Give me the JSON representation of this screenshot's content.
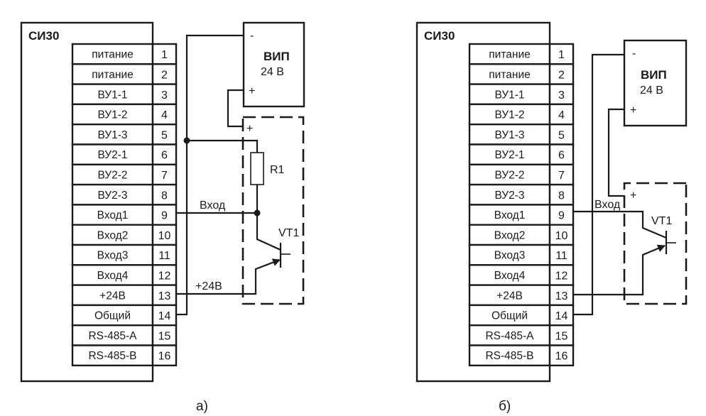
{
  "diagrams": [
    {
      "id": "a",
      "caption": "а)",
      "device_title": "СИ30",
      "terminals": [
        {
          "label": "питание",
          "num": "1"
        },
        {
          "label": "питание",
          "num": "2"
        },
        {
          "label": "ВУ1-1",
          "num": "3"
        },
        {
          "label": "ВУ1-2",
          "num": "4"
        },
        {
          "label": "ВУ1-3",
          "num": "5"
        },
        {
          "label": "ВУ2-1",
          "num": "6"
        },
        {
          "label": "ВУ2-2",
          "num": "7"
        },
        {
          "label": "ВУ2-3",
          "num": "8"
        },
        {
          "label": "Вход1",
          "num": "9"
        },
        {
          "label": "Вход2",
          "num": "10"
        },
        {
          "label": "Вход3",
          "num": "11"
        },
        {
          "label": "Вход4",
          "num": "12"
        },
        {
          "label": "+24В",
          "num": "13"
        },
        {
          "label": "Общий",
          "num": "14"
        },
        {
          "label": "RS-485-A",
          "num": "15"
        },
        {
          "label": "RS-485-B",
          "num": "16"
        }
      ],
      "psu": {
        "title": "ВИП",
        "voltage": "24 В",
        "minus": "-",
        "plus": "+"
      },
      "sensor": {
        "plus": "+",
        "resistor": "R1",
        "transistor": "VT1"
      },
      "wire_labels": {
        "input": "Вход",
        "supply": "+24В"
      }
    },
    {
      "id": "b",
      "caption": "б)",
      "device_title": "СИ30",
      "terminals": [
        {
          "label": "питание",
          "num": "1"
        },
        {
          "label": "питание",
          "num": "2"
        },
        {
          "label": "ВУ1-1",
          "num": "3"
        },
        {
          "label": "ВУ1-2",
          "num": "4"
        },
        {
          "label": "ВУ1-3",
          "num": "5"
        },
        {
          "label": "ВУ2-1",
          "num": "6"
        },
        {
          "label": "ВУ2-2",
          "num": "7"
        },
        {
          "label": "ВУ2-3",
          "num": "8"
        },
        {
          "label": "Вход1",
          "num": "9"
        },
        {
          "label": "Вход2",
          "num": "10"
        },
        {
          "label": "Вход3",
          "num": "11"
        },
        {
          "label": "Вход4",
          "num": "12"
        },
        {
          "label": "+24В",
          "num": "13"
        },
        {
          "label": "Общий",
          "num": "14"
        },
        {
          "label": "RS-485-A",
          "num": "15"
        },
        {
          "label": "RS-485-B",
          "num": "16"
        }
      ],
      "psu": {
        "title": "ВИП",
        "voltage": "24 В",
        "minus": "-",
        "plus": "+"
      },
      "sensor": {
        "plus": "+",
        "transistor": "VT1"
      },
      "wire_labels": {
        "input": "Вход"
      }
    }
  ]
}
